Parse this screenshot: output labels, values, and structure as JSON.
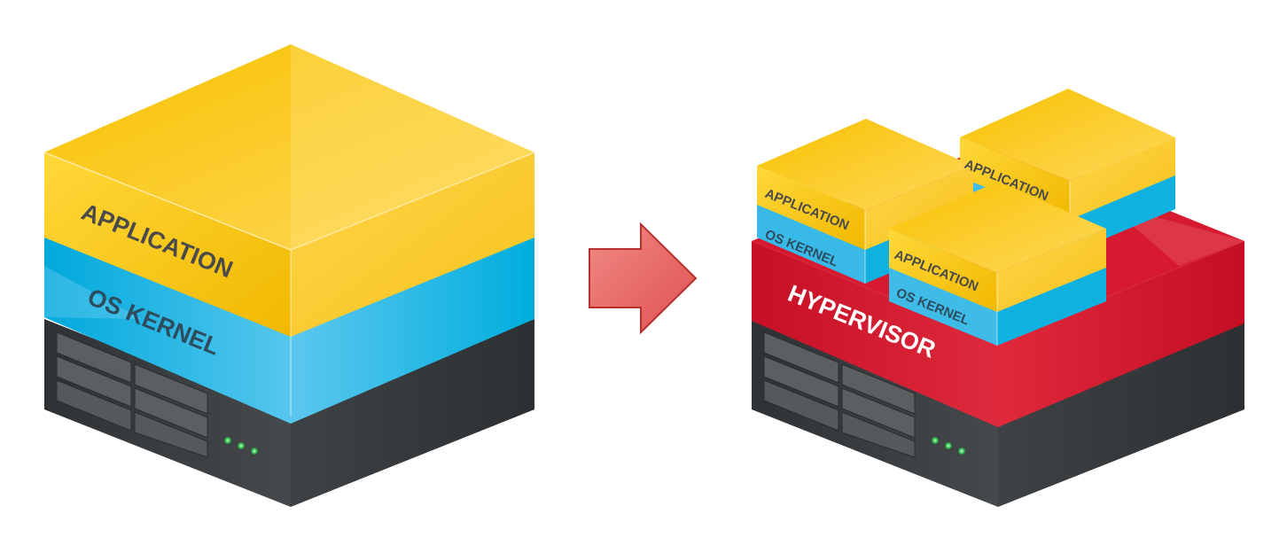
{
  "left_stack": {
    "application_label": "APPLICATION",
    "os_kernel_label": "OS KERNEL"
  },
  "right_stack": {
    "hypervisor_label": "HYPERVISOR",
    "vms": [
      {
        "application_label": "APPLICATION",
        "os_kernel_label": "OS KERNEL"
      },
      {
        "application_label": "APPLICATION",
        "os_kernel_label": ""
      },
      {
        "application_label": "APPLICATION",
        "os_kernel_label": "OS KERNEL"
      }
    ]
  },
  "colors": {
    "application": "#f8c300",
    "os_kernel": "#5cc3ea",
    "hypervisor": "#d0132b",
    "server": "#3a3d3f",
    "arrow": "#ea6b68",
    "led": "#4fd26a"
  }
}
